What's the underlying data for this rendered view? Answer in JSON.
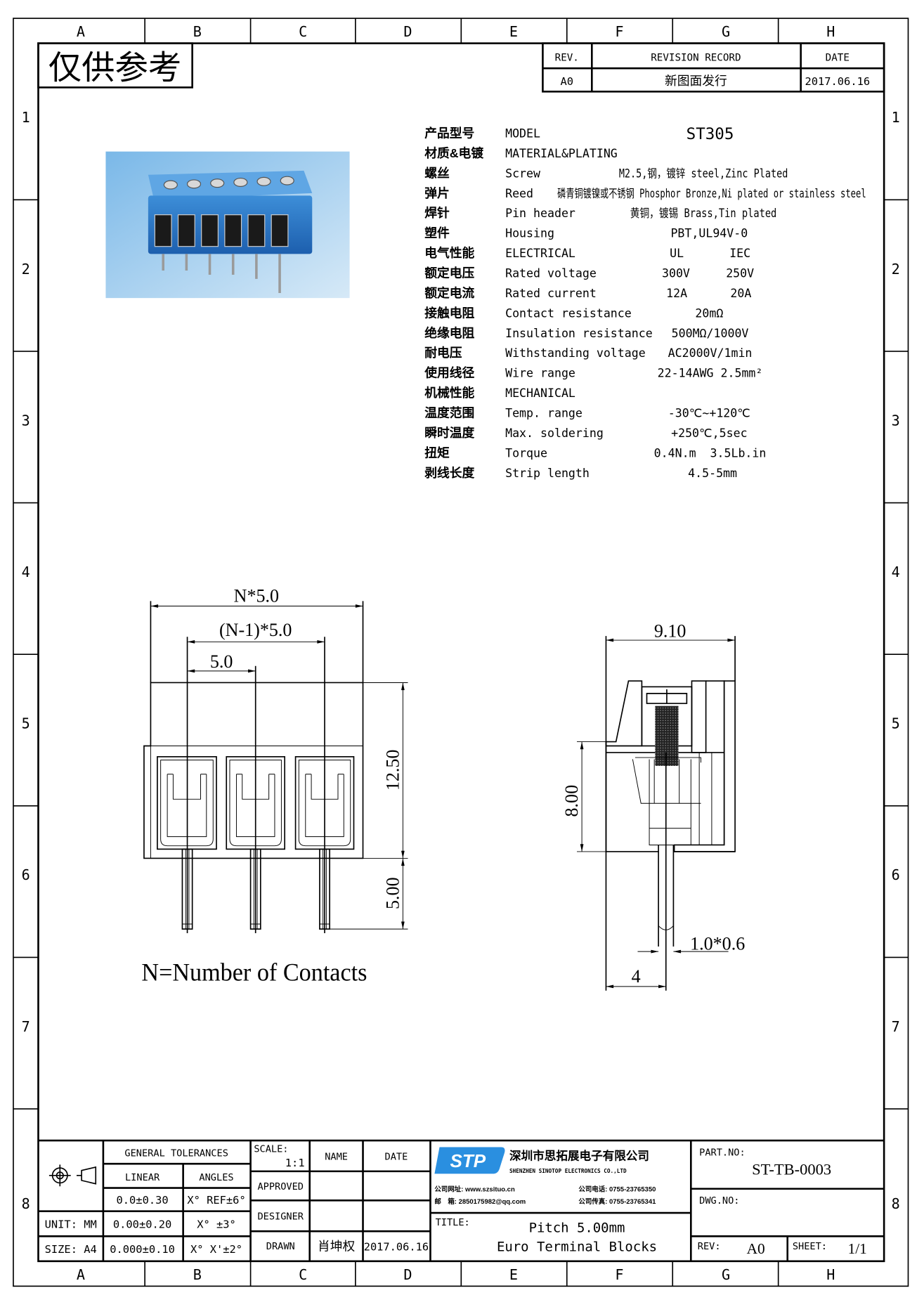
{
  "stamp": "仅供参考",
  "grid": {
    "columns": [
      "A",
      "B",
      "C",
      "D",
      "E",
      "F",
      "G",
      "H"
    ],
    "rows": [
      "1",
      "2",
      "3",
      "4",
      "5",
      "6",
      "7",
      "8"
    ]
  },
  "revision": {
    "headers": {
      "rev": "REV.",
      "record": "REVISION RECORD",
      "date": "DATE"
    },
    "row": {
      "rev": "A0",
      "record": "新图面发行",
      "date": "2017.06.16"
    }
  },
  "specs": [
    {
      "cn": "产品型号",
      "en": "MODEL",
      "value": "ST305"
    },
    {
      "cn": "材质&电镀",
      "en": "MATERIAL&PLATING"
    },
    {
      "cn": "螺丝",
      "en": "Screw",
      "value": "M2.5,钢，镀锌 steel,Zinc Plated"
    },
    {
      "cn": "弹片",
      "en": "Reed",
      "value": "磷青铜镀镍或不锈钢 Phosphor Bronze,Ni plated or stainless steel"
    },
    {
      "cn": "焊针",
      "en": "Pin header",
      "value": "黄铜，镀锡 Brass,Tin plated"
    },
    {
      "cn": "塑件",
      "en": "Housing",
      "value": "PBT,UL94V-0"
    },
    {
      "cn": "电气性能",
      "en": "ELECTRICAL",
      "ul": "UL",
      "iec": "IEC"
    },
    {
      "cn": "额定电压",
      "en": "Rated voltage",
      "ul": "300V",
      "iec": "250V"
    },
    {
      "cn": "额定电流",
      "en": "Rated current",
      "ul": "12A",
      "iec": "20A"
    },
    {
      "cn": "接触电阻",
      "en": "Contact resistance",
      "value": "20mΩ"
    },
    {
      "cn": "绝缘电阻",
      "en": "Insulation resistance",
      "value": "500MΩ/1000V"
    },
    {
      "cn": "耐电压",
      "en": "Withstanding voltage",
      "value": "AC2000V/1min"
    },
    {
      "cn": "使用线径",
      "en": "Wire range",
      "value": "22-14AWG 2.5mm²"
    },
    {
      "cn": "机械性能",
      "en": "MECHANICAL"
    },
    {
      "cn": "温度范围",
      "en": "Temp. range",
      "value": "-30℃~+120℃"
    },
    {
      "cn": "瞬时温度",
      "en": "Max. soldering",
      "value": "+250℃,5sec"
    },
    {
      "cn": "扭矩",
      "en": "Torque",
      "value": "0.4N.m  3.5Lb.in"
    },
    {
      "cn": "剥线长度",
      "en": "Strip length",
      "value": "4.5-5mm"
    }
  ],
  "drawing": {
    "front": {
      "dim_total": "N*5.0",
      "dim_span": "(N-1)*5.0",
      "dim_pitch": "5.0",
      "dim_height": "12.50",
      "dim_pin": "5.00",
      "note": "N=Number of Contacts"
    },
    "side": {
      "dim_width": "9.10",
      "dim_height": "8.00",
      "dim_pin_size": "1.0*0.6",
      "dim_pin_offset": "4"
    }
  },
  "title_block": {
    "general_tolerances": "GENERAL TOLERANCES",
    "linear": "LINEAR",
    "angles": "ANGLES",
    "tol_rows": [
      {
        "linear": "0.0±0.30",
        "angle": "X° REF±6°"
      },
      {
        "label": "UNIT: MM",
        "linear": "0.00±0.20",
        "angle": "X° ±3°"
      },
      {
        "label": "SIZE: A4",
        "linear": "0.000±0.10",
        "angle": "X° X'±2°"
      }
    ],
    "scale_label": "SCALE:",
    "scale_value": "1:1",
    "name_header": "NAME",
    "date_header": "DATE",
    "approved": "APPROVED",
    "designer": "DESIGNER",
    "drawn": "DRAWN",
    "drawn_name": "肖坤权",
    "drawn_date": "2017.06.16",
    "company": {
      "logo": "STP",
      "name_cn": "深圳市思拓展电子有限公司",
      "name_en": "SHENZHEN SINOTOP ELECTRONICS CO.,LTD",
      "web": "公司网址: www.szsituo.cn",
      "email": "邮　箱: 2850175982@qq.com",
      "phone": "公司电话: 0755-23765350",
      "fax": "公司传真: 0755-23765341",
      "brand_color": "#2a8fe0"
    },
    "title_label": "TITLE:",
    "title_line1": "Pitch 5.00mm",
    "title_line2": "Euro Terminal Blocks",
    "part_no_label": "PART.NO:",
    "part_no": "ST-TB-0003",
    "dwg_no_label": "DWG.NO:",
    "rev_label": "REV:",
    "rev": "A0",
    "sheet_label": "SHEET:",
    "sheet": "1/1"
  }
}
